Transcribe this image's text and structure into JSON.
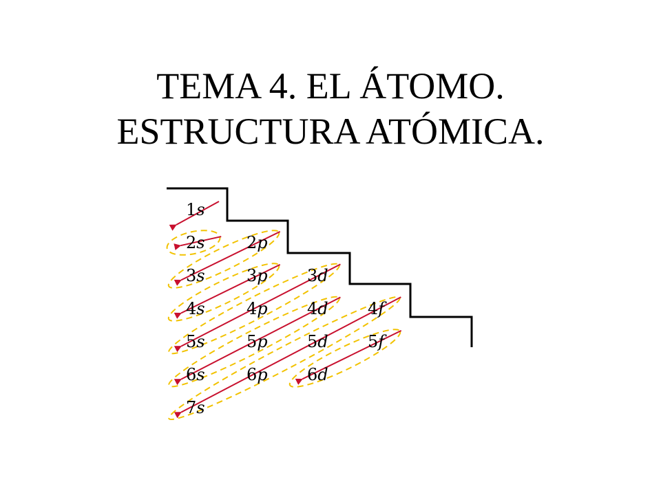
{
  "slide": {
    "title_line1": "TEMA 4. EL ÁTOMO.",
    "title_line2": "ESTRUCTURA ATÓMICA."
  },
  "diagram": {
    "orbitals": [
      {
        "n": "1",
        "l": "s",
        "row": 0,
        "col": 0
      },
      {
        "n": "2",
        "l": "s",
        "row": 1,
        "col": 0
      },
      {
        "n": "2",
        "l": "p",
        "row": 1,
        "col": 1
      },
      {
        "n": "3",
        "l": "s",
        "row": 2,
        "col": 0
      },
      {
        "n": "3",
        "l": "p",
        "row": 2,
        "col": 1
      },
      {
        "n": "3",
        "l": "d",
        "row": 2,
        "col": 2
      },
      {
        "n": "4",
        "l": "s",
        "row": 3,
        "col": 0
      },
      {
        "n": "4",
        "l": "p",
        "row": 3,
        "col": 1
      },
      {
        "n": "4",
        "l": "d",
        "row": 3,
        "col": 2
      },
      {
        "n": "4",
        "l": "f",
        "row": 3,
        "col": 3
      },
      {
        "n": "5",
        "l": "s",
        "row": 4,
        "col": 0
      },
      {
        "n": "5",
        "l": "p",
        "row": 4,
        "col": 1
      },
      {
        "n": "5",
        "l": "d",
        "row": 4,
        "col": 2
      },
      {
        "n": "5",
        "l": "f",
        "row": 4,
        "col": 3
      },
      {
        "n": "6",
        "l": "s",
        "row": 5,
        "col": 0
      },
      {
        "n": "6",
        "l": "p",
        "row": 5,
        "col": 1
      },
      {
        "n": "6",
        "l": "d",
        "row": 5,
        "col": 2
      },
      {
        "n": "7",
        "l": "s",
        "row": 6,
        "col": 0
      }
    ],
    "colors": {
      "arrow": "#c8102e",
      "ellipse": "#f2c200",
      "stairs": "#000000",
      "label": "#000000"
    }
  }
}
